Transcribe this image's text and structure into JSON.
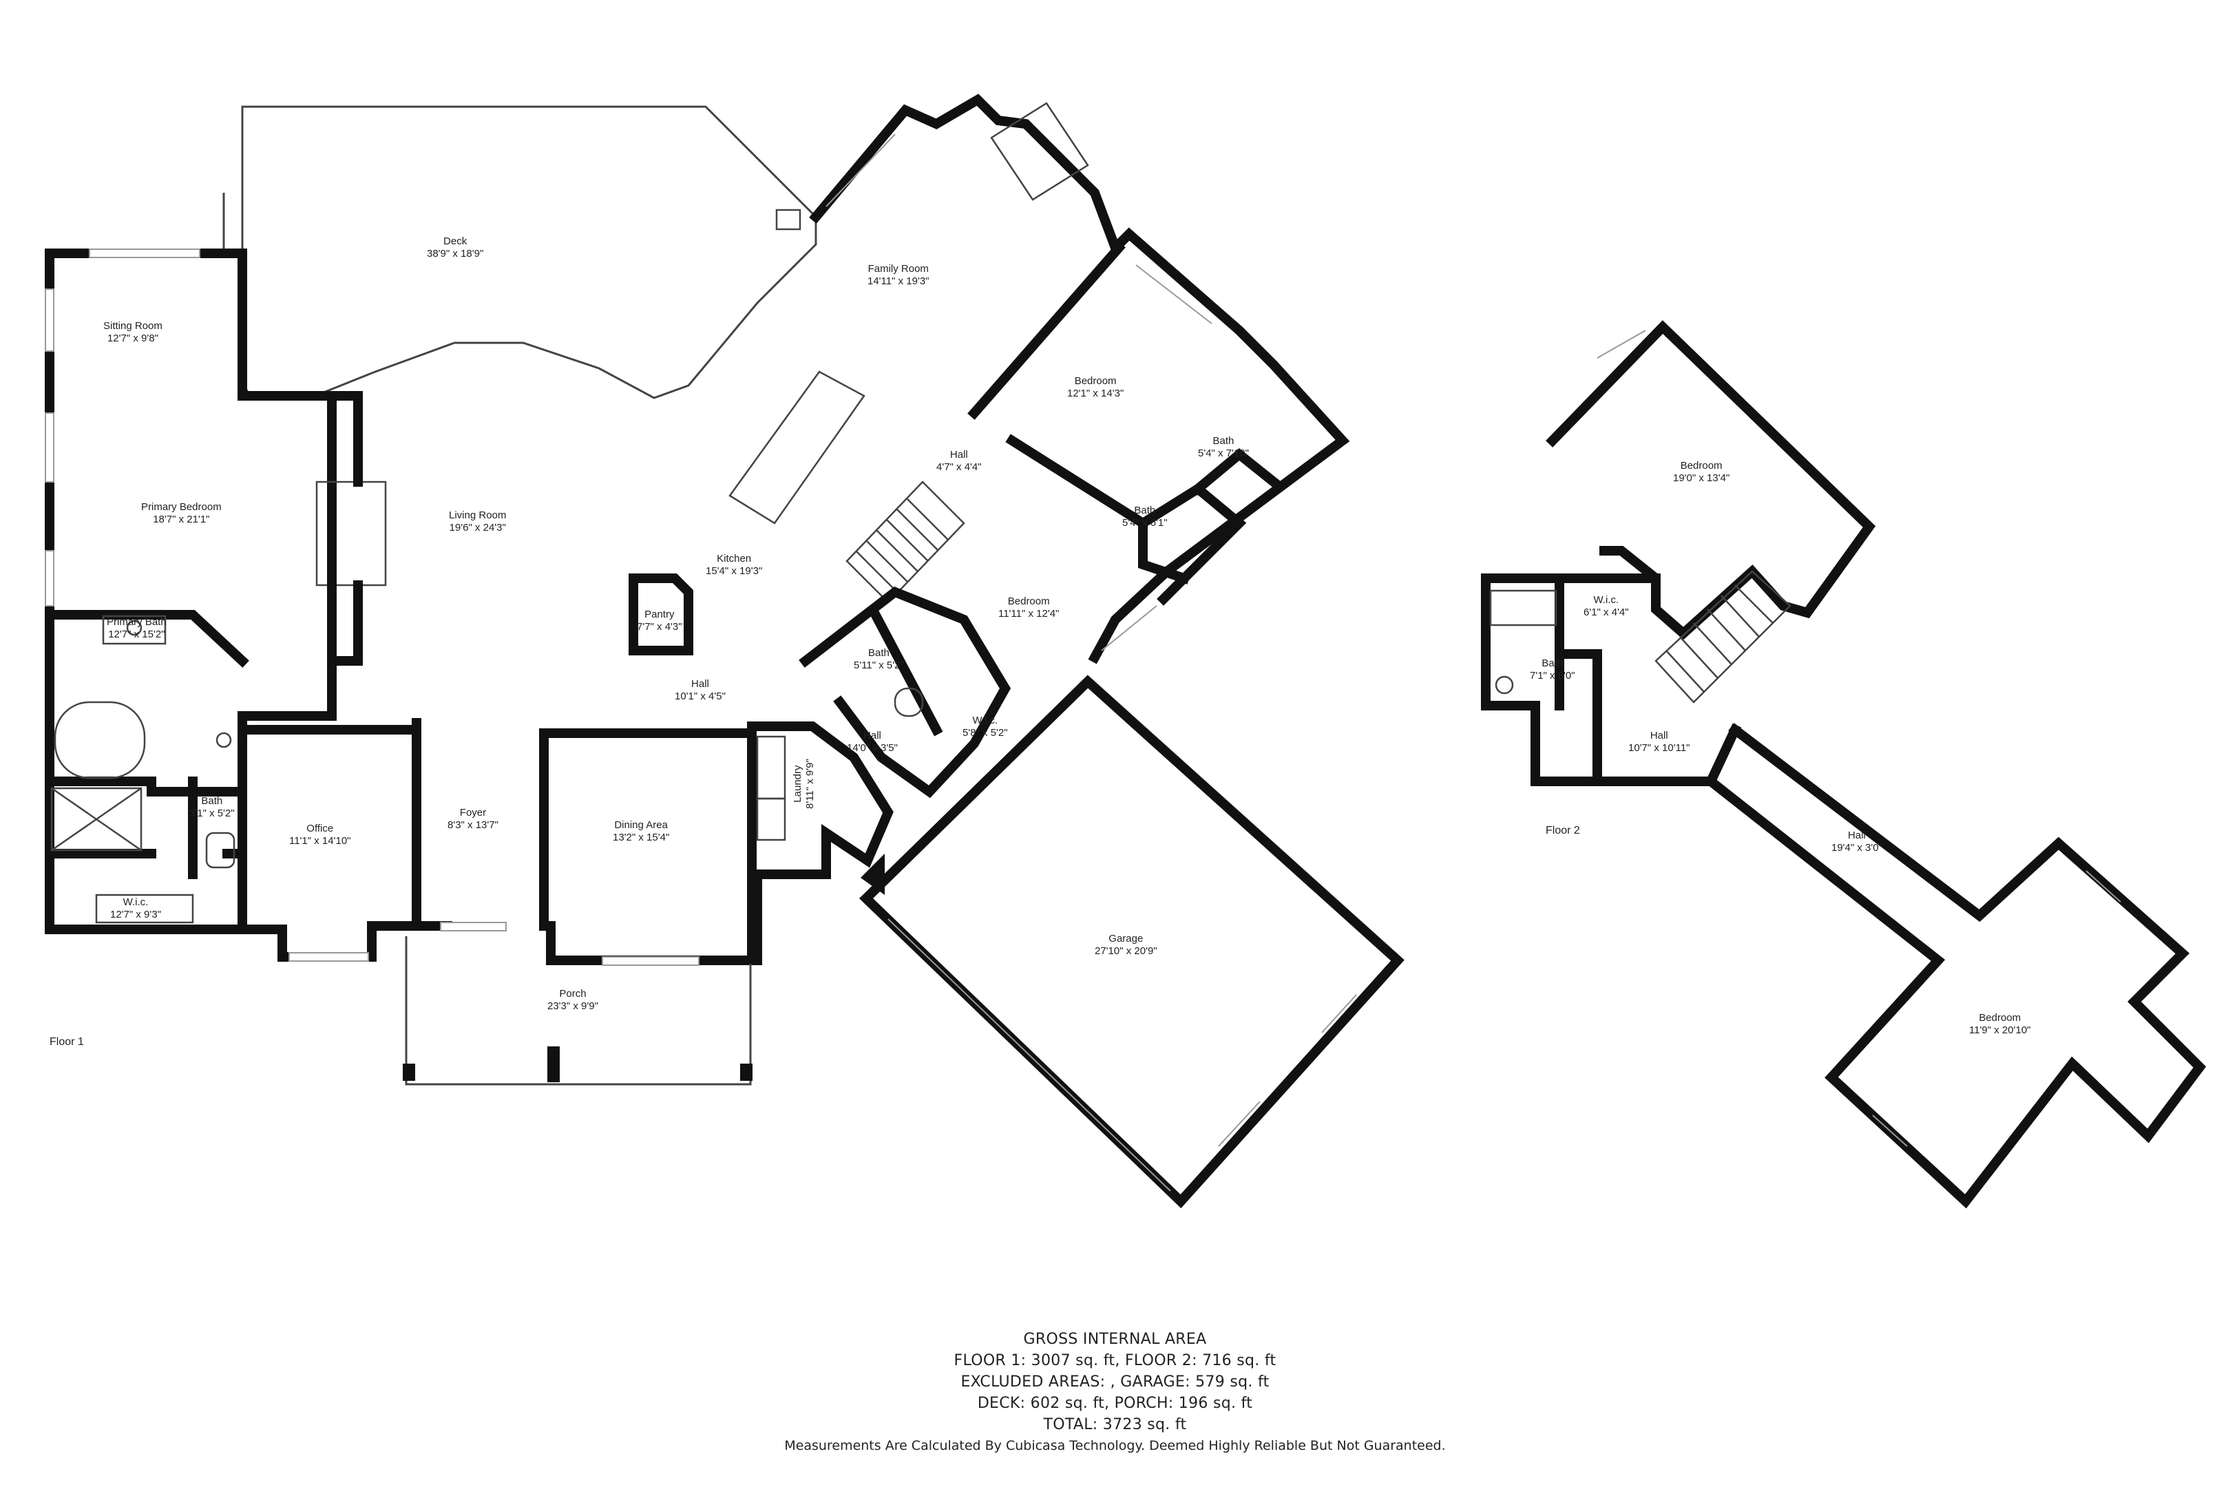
{
  "floors": [
    {
      "label": "Floor 1",
      "rooms": [
        {
          "name": "Deck",
          "dim": "38'9\" x 18'9\""
        },
        {
          "name": "Family Room",
          "dim": "14'11\" x 19'3\""
        },
        {
          "name": "Sitting Room",
          "dim": "12'7\" x 9'8\""
        },
        {
          "name": "Bedroom",
          "dim": "12'1\" x 14'3\""
        },
        {
          "name": "Bath",
          "dim": "5'4\" x 7'10\""
        },
        {
          "name": "Hall",
          "dim": "4'7\" x 4'4\""
        },
        {
          "name": "Bath",
          "dim": "5'4\" x 6'1\""
        },
        {
          "name": "Primary Bedroom",
          "dim": "18'7\" x 21'1\""
        },
        {
          "name": "Living Room",
          "dim": "19'6\" x 24'3\""
        },
        {
          "name": "Kitchen",
          "dim": "15'4\" x 19'3\""
        },
        {
          "name": "Bedroom",
          "dim": "11'11\" x 12'4\""
        },
        {
          "name": "Pantry",
          "dim": "7'7\" x 4'3\""
        },
        {
          "name": "Primary Bath",
          "dim": "12'7\" x 15'2\""
        },
        {
          "name": "Bath",
          "dim": "5'11\" x 5'2\""
        },
        {
          "name": "Hall",
          "dim": "10'1\" x 4'5\""
        },
        {
          "name": "W.i.c.",
          "dim": "5'8\" x 5'2\""
        },
        {
          "name": "Hall",
          "dim": "14'0\" x 3'5\""
        },
        {
          "name": "Bath",
          "dim": "3'1\" x 5'2\""
        },
        {
          "name": "Office",
          "dim": "11'1\" x 14'10\""
        },
        {
          "name": "Foyer",
          "dim": "8'3\" x 13'7\""
        },
        {
          "name": "Dining Area",
          "dim": "13'2\" x 15'4\""
        },
        {
          "name": "Laundry",
          "dim": "8'11\" x 9'9\""
        },
        {
          "name": "W.i.c.",
          "dim": "12'7\" x 9'3\""
        },
        {
          "name": "Garage",
          "dim": "27'10\" x 20'9\""
        },
        {
          "name": "Porch",
          "dim": "23'3\" x 9'9\""
        }
      ]
    },
    {
      "label": "Floor 2",
      "rooms": [
        {
          "name": "Bedroom",
          "dim": "19'0\" x 13'4\""
        },
        {
          "name": "W.i.c.",
          "dim": "6'1\" x 4'4\""
        },
        {
          "name": "Bath",
          "dim": "7'1\" x 8'0\""
        },
        {
          "name": "Hall",
          "dim": "10'7\" x 10'11\""
        },
        {
          "name": "Hall",
          "dim": "19'4\" x 3'0\""
        },
        {
          "name": "Bedroom",
          "dim": "11'9\" x 20'10\""
        }
      ]
    }
  ],
  "summary": {
    "heading": "GROSS INTERNAL AREA",
    "line1": "FLOOR 1: 3007 sq. ft, FLOOR 2: 716 sq. ft",
    "line2": "EXCLUDED AREAS: , GARAGE: 579 sq. ft",
    "line3": "DECK: 602 sq. ft, PORCH: 196 sq. ft",
    "line4": "TOTAL: 3723 sq. ft",
    "disclaimer": "Measurements Are Calculated By Cubicasa Technology. Deemed Highly Reliable But Not Guaranteed."
  }
}
